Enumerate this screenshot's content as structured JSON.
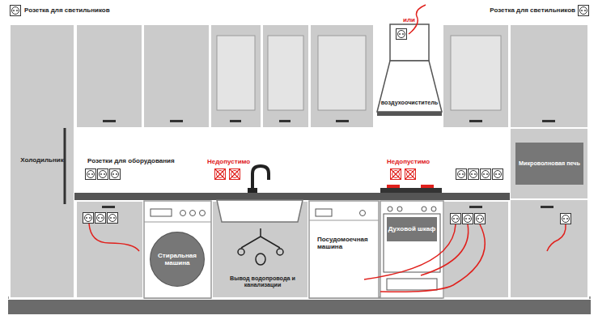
{
  "diagram": {
    "nodes": [
      {
        "text": [
          "Холодильник"
        ]
      },
      {
        "text": [
          "воздухоочиститель"
        ]
      },
      {
        "text": [
          "Микроволновая печь"
        ]
      },
      {
        "text": [
          "Стиральная машина"
        ]
      },
      {
        "text": [
          "Вывод водопровода и канализации"
        ]
      },
      {
        "text": [
          "Посудомоечная машина"
        ]
      },
      {
        "text": [
          "Духовой шкаф"
        ]
      }
    ],
    "labels": [
      "Розетка для светильников",
      "Розетка для светильников",
      "или",
      "Розетки для оборудования",
      "Недопустимо",
      "Недопустимо"
    ]
  }
}
